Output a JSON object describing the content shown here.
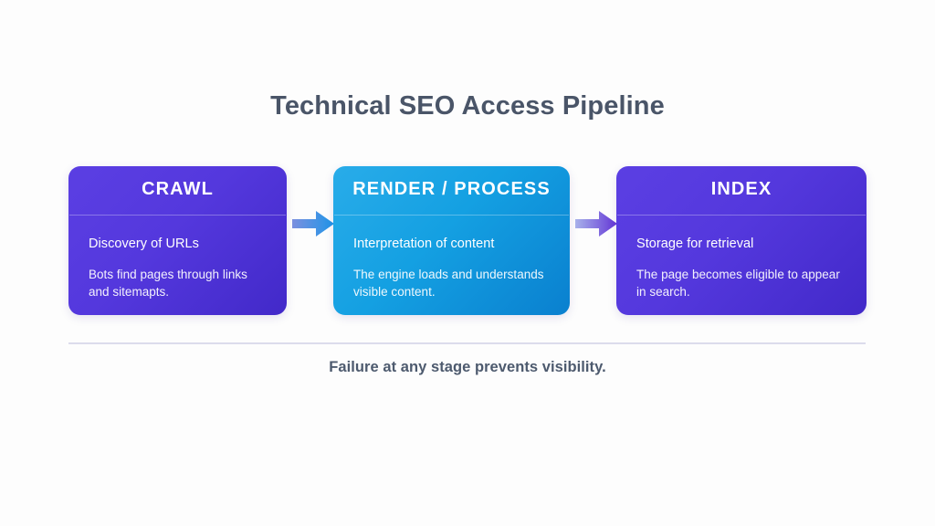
{
  "title": "Technical SEO Access Pipeline",
  "stages": [
    {
      "id": "crawl",
      "heading": "CRAWL",
      "subtitle": "Discovery of URLs",
      "description": "Bots find pages through links and sitemapts.",
      "color": "#5438dd",
      "color_end": "#4229c9"
    },
    {
      "id": "render-process",
      "heading": "RENDER / PROCESS",
      "subtitle": "Interpretation of content",
      "description": "The engine loads and understands visible content.",
      "color": "#14a0e2",
      "color_end": "#0a80cf"
    },
    {
      "id": "index",
      "heading": "INDEX",
      "subtitle": "Storage for retrieval",
      "description": "The page becomes eligible to appear in search.",
      "color": "#5438dd",
      "color_end": "#4229c9"
    }
  ],
  "arrows": [
    {
      "id": "arrow-crawl-to-render",
      "from": "crawl",
      "to": "render-process",
      "color_start": "#6f8fe0",
      "color_end": "#2196e8"
    },
    {
      "id": "arrow-render-to-index",
      "from": "render-process",
      "to": "index",
      "color_start": "#9aa8e8",
      "color_end": "#6a3fd8"
    }
  ],
  "footer": {
    "note": "Failure at any stage prevents visibility."
  },
  "theme": {
    "background": "#fdfdfd",
    "title_color": "#4a5568",
    "footer_color": "#4d5a6e",
    "rule_color": "#dcdcec"
  }
}
